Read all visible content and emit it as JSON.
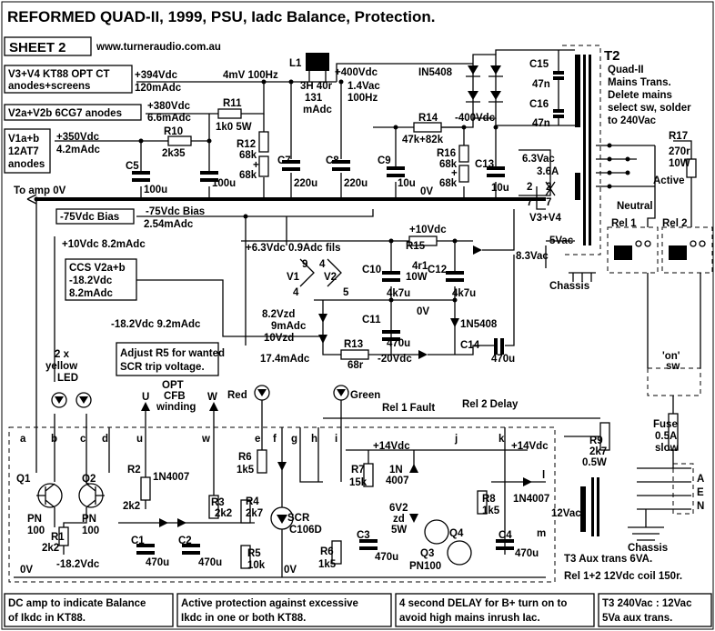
{
  "title": "REFORMED QUAD-II, 1999, PSU, Iadc Balance, Protection.",
  "sheet": "SHEET 2",
  "url": "www.turneraudio.com.au",
  "supply": {
    "v3v4_box": [
      "V3+V4 KT88  OPT CT",
      "anodes+screens"
    ],
    "v2_box": "V2a+V2b 6CG7 anodes",
    "v1_box": [
      "V1a+b",
      "12AT7",
      "anodes"
    ],
    "v394": "+394Vdc",
    "i120": "120mAdc",
    "ripple": "4mV 100Hz",
    "v380": "+380Vdc",
    "i66": "6.6mAdc",
    "v350": "+350Vdc",
    "i42": "4.2mAdc",
    "r11": "R11",
    "r11v": "1k0 5W",
    "r10": "R10",
    "r10v": "2k35",
    "r12": "R12",
    "r12v1": "68k",
    "r12v2": "+",
    "r12v3": "68k",
    "c5": "C5",
    "c5v": "100u",
    "c6v": "100u",
    "c7": "C7",
    "c7v": "220u",
    "c8": "C8",
    "c8v": "220u",
    "l1": "L1",
    "l1a": "3H  40r",
    "l1b": "131",
    "l1c": "mAdc",
    "v400": "+400Vdc",
    "ac14": "1.4Vac",
    "hz100": "100Hz",
    "in5408": "IN5408",
    "c15": "C15",
    "c15v": "47n",
    "c16": "C16",
    "c16v": "47n",
    "t2": "T2",
    "t2a": "Quad-II",
    "t2b": "Mains Trans.",
    "t2c": "Delete mains",
    "t2d": "select sw, solder",
    "t2e": "to 240Vac",
    "r14": "R14",
    "r14v": "47k+82k",
    "vm400": "-400Vdc",
    "r16": "R16",
    "r16v1": "68k",
    "r16v2": "+",
    "r16v3": "68k",
    "c9": "C9",
    "c9v": "10u",
    "c13": "C13",
    "c13v": "10u",
    "zero": "0V",
    "to_amp": "To amp 0V",
    "heater": [
      "6.3Vac",
      "3.6A"
    ],
    "pins": [
      "2",
      "7",
      "2",
      "7"
    ],
    "v3v4": "V3+V4",
    "vac5": "5Vac",
    "neutral": "Neutral",
    "active": "Active",
    "r17": "R17",
    "r17v1": "270r",
    "r17v2": "10W",
    "chassis": "Chassis"
  },
  "bias": {
    "box": "-75Vdc Bias",
    "bias_label": "-75Vdc  Bias",
    "i254": "2.54mAdc",
    "p10": "+10Vdc",
    "i82": "+10Vdc  8.2mAdc",
    "fils": "+6.3Vdc 0.9Adc  fils",
    "r15": "R15",
    "r15v1": "4r1",
    "r15v2": "10W",
    "v83": "8.3Vac",
    "v1": "V1",
    "v2": "V2",
    "p9": "9",
    "p4": "4",
    "p5": "5",
    "c10": "C10",
    "c10v": "4k7u",
    "c12": "C12",
    "c12v": "4k7u",
    "c11": "C11",
    "c11v": "470u",
    "zero": "0V",
    "in5408": "1N5408",
    "ccs": [
      "CCS V2a+b",
      "-18.2Vdc",
      "8.2mAdc"
    ],
    "v182": "-18.2Vdc  9.2mAdc",
    "zd82": "8.2Vzd",
    "ma9": "9mAdc",
    "zd10": "10Vzd",
    "i174": "17.4mAdc",
    "r13": "R13",
    "r13v": "68r",
    "vm20": "-20Vdc",
    "c14": "C14",
    "c14v": "470u",
    "adjust": [
      "Adjust R5 for wanted",
      "SCR trip voltage."
    ],
    "leds": [
      "2 x",
      "yellow",
      "LED"
    ]
  },
  "protect": {
    "u": "U",
    "w": "W",
    "opt": [
      "OPT",
      "CFB",
      "winding"
    ],
    "red": "Red",
    "green": "Green",
    "rel1f": "Rel 1 Fault",
    "rel2d": "Rel 2  Delay",
    "rel1": "Rel 1",
    "rel2": "Rel 2",
    "on": "'on'",
    "sw": "sw",
    "fuse": [
      "Fuse",
      "0.5A",
      "slow"
    ],
    "aen": [
      "A",
      "E",
      "N"
    ],
    "chassis": "Chassis",
    "letters": [
      "a",
      "b",
      "c",
      "d",
      "u",
      "w",
      "e",
      "f",
      "g",
      "h",
      "i",
      "j",
      "k",
      "l",
      "m"
    ],
    "q1": "Q1",
    "q2": "Q2",
    "pn1": [
      "PN",
      "100"
    ],
    "pn2": [
      "PN",
      "100"
    ],
    "r1": "R1",
    "r1v": "2k2",
    "m182": "-18.2Vdc",
    "r2": "R2",
    "r2v": "2k2",
    "d1n4007": "1N4007",
    "r3": "R3",
    "r3v": "2k2",
    "r4": "R4",
    "r4v": "2k7",
    "scr": "SCR",
    "scrv": "C106D",
    "c1": "C1",
    "c1v": "470u",
    "c2": "C2",
    "c2v": "470u",
    "r5": "R5",
    "r5v": "10k",
    "r6": "R6",
    "r6v": "1k5",
    "zero": "0V",
    "v14": "+14Vdc",
    "r7": "R7",
    "r7v": "15k",
    "d1n": [
      "1N",
      "4007"
    ],
    "zd6v2": [
      "6V2",
      "zd",
      "5W"
    ],
    "q4": "Q4",
    "q3": "Q3",
    "pn3": "PN100",
    "r6b": "R6",
    "r6bv": "1k5",
    "c3": "C3",
    "c3v": "470u",
    "r8": "R8",
    "r8v": "1k5",
    "v14b": "+14Vdc",
    "d1n4007b": "1N4007",
    "ac12": "12Vac",
    "c4": "C4",
    "c4v": "470u",
    "r9": "R9",
    "r9v1": "2k7",
    "r9v2": "0.5W",
    "t3": "T3 Aux trans 6VA.",
    "relcoil": "Rel 1+2 12Vdc coil 150r."
  },
  "notes": [
    [
      "DC amp to indicate Balance",
      "of Ikdc in KT88."
    ],
    [
      "Active protection against excessive",
      "Ikdc in one or both KT88."
    ],
    [
      "4 second DELAY for B+ turn on to",
      "avoid high mains inrush Iac."
    ],
    [
      "T3 240Vac : 12Vac",
      "5Va aux trans."
    ]
  ]
}
